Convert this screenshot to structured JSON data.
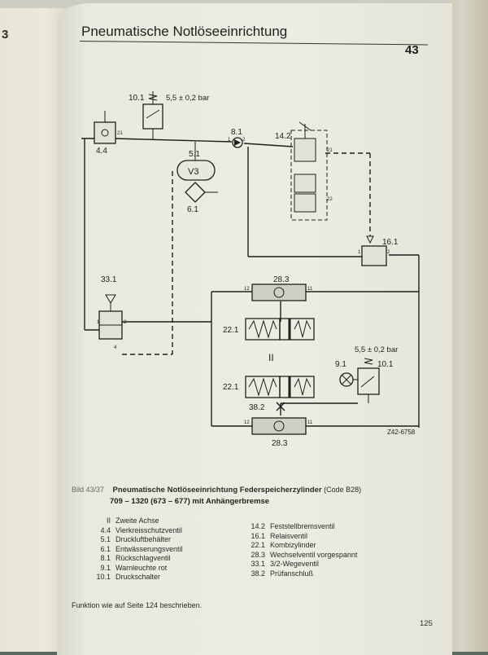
{
  "left_page": {
    "page_number": "3"
  },
  "header": {
    "section_title": "Pneumatische Notlöseeinrichtung",
    "chapter_number": "43"
  },
  "diagram": {
    "labels": {
      "l4_4": "4.4",
      "l10_1_top": "10.1",
      "pressure_top": "5,5 ± 0,2 bar",
      "l8_1": "8.1",
      "l14_2": "14.2",
      "l5_1": "5.1",
      "v3": "V3",
      "l6_1": "6.1",
      "l16_1": "16.1",
      "l33_1": "33.1",
      "l28_3_top": "28.3",
      "l22_1_top": "22.1",
      "roman_II": "II",
      "l9_1": "9.1",
      "pressure_bottom": "5,5 ± 0,2 bar",
      "l10_1_bottom": "10.1",
      "l22_1_bottom": "22.1",
      "l38_2": "38.2",
      "l28_3_bottom": "28.3",
      "drawing_code": "Z42-6758",
      "port_1": "1",
      "port_2": "2",
      "port_11": "11",
      "port_12": "12",
      "port_21": "21",
      "port_22": "22",
      "port_4": "4",
      "port_3": "3"
    }
  },
  "caption": {
    "figure_ref": "Bild 43/37",
    "title": "Pneumatische Notlöseeinrichtung Federspeicherzylinder",
    "code": "(Code B28)",
    "line2": "709 – 1320 (673 – 677) mit Anhängerbremse"
  },
  "legend_left": [
    {
      "code": "II",
      "text": "Zweite Achse"
    },
    {
      "code": "4.4",
      "text": "Vierkreisschutzventil"
    },
    {
      "code": "5.1",
      "text": "Druckluftbehälter"
    },
    {
      "code": "6.1",
      "text": "Entwässerungsventil"
    },
    {
      "code": "8.1",
      "text": "Rückschlagventil"
    },
    {
      "code": "9.1",
      "text": "Warnleuchte rot"
    },
    {
      "code": "10.1",
      "text": "Druckschalter"
    }
  ],
  "legend_right": [
    {
      "code": "14.2",
      "text": "Feststellbremsventil"
    },
    {
      "code": "16.1",
      "text": "Relaisventil"
    },
    {
      "code": "22.1",
      "text": "Kombizylinder"
    },
    {
      "code": "28.3",
      "text": "Wechselventil vorgespannt"
    },
    {
      "code": "33.1",
      "text": "3/2-Wegeventil"
    },
    {
      "code": "38.2",
      "text": "Prüfanschluß"
    }
  ],
  "footer": {
    "note": "Funktion wie auf Seite 124 beschrieben.",
    "page_number": "125"
  }
}
